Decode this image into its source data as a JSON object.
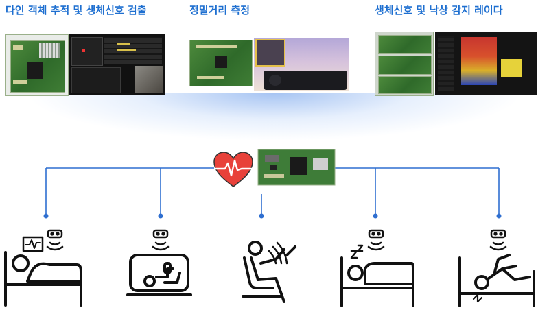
{
  "sections": [
    {
      "title": "다인 객체 추적 및 생체신호 검출"
    },
    {
      "title": "정밀거리 측정"
    },
    {
      "title": "생체신호 및 낙상 감지 레이다"
    }
  ],
  "icons": {
    "hub": [
      "heart-pulse-icon",
      "radar-module-icon"
    ],
    "scenarios": [
      "patient-bed-monitor-icon",
      "infant-crib-icon",
      "driver-seat-icon",
      "sleeping-person-icon",
      "fall-detection-icon"
    ]
  },
  "colors": {
    "title": "#1e6fd0",
    "connector": "#2f6fd0",
    "heart": "#e8413a",
    "icon_stroke": "#111111"
  }
}
